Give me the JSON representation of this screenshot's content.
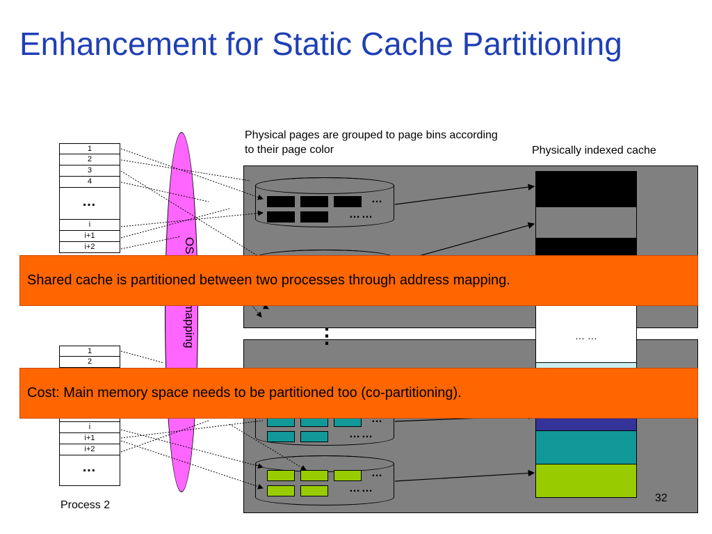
{
  "title": "Enhancement for Static Cache Partitioning",
  "captions": {
    "pages": "Physical pages are grouped to page bins according to their page color",
    "cache": "Physically indexed cache",
    "process2": "Process 2"
  },
  "process1_table": {
    "rows_top": [
      "1",
      "2",
      "3",
      "4"
    ],
    "ellipsis": "…",
    "rows_mid": [
      "i",
      "i+1",
      "i+2"
    ]
  },
  "process2_table": {
    "rows_top": [
      "1",
      "2"
    ],
    "rows_mid": [
      "i",
      "i+1",
      "i+2"
    ],
    "ellipsis": "…"
  },
  "mapping_label": "OS address mapping",
  "bin_dots_short": "…",
  "bin_dots_long": "……",
  "cache_dots": "… …",
  "vertical_dots": "⋮",
  "banners": {
    "shared": "Shared cache is partitioned between two processes through address mapping.",
    "cost": "Cost: Main memory space needs to be partitioned too (co-partitioning)."
  },
  "colors": {
    "title": "#1f3fb5",
    "ellipse": "#ff66ff",
    "banner": "#ff6600",
    "bin_background": "#808080",
    "black_bin": "#000000",
    "teal_bin": "#119999",
    "lime_bin": "#99cc00",
    "navy_cache": "#333399",
    "light_cache": "#cceeee"
  },
  "page_number": "32"
}
